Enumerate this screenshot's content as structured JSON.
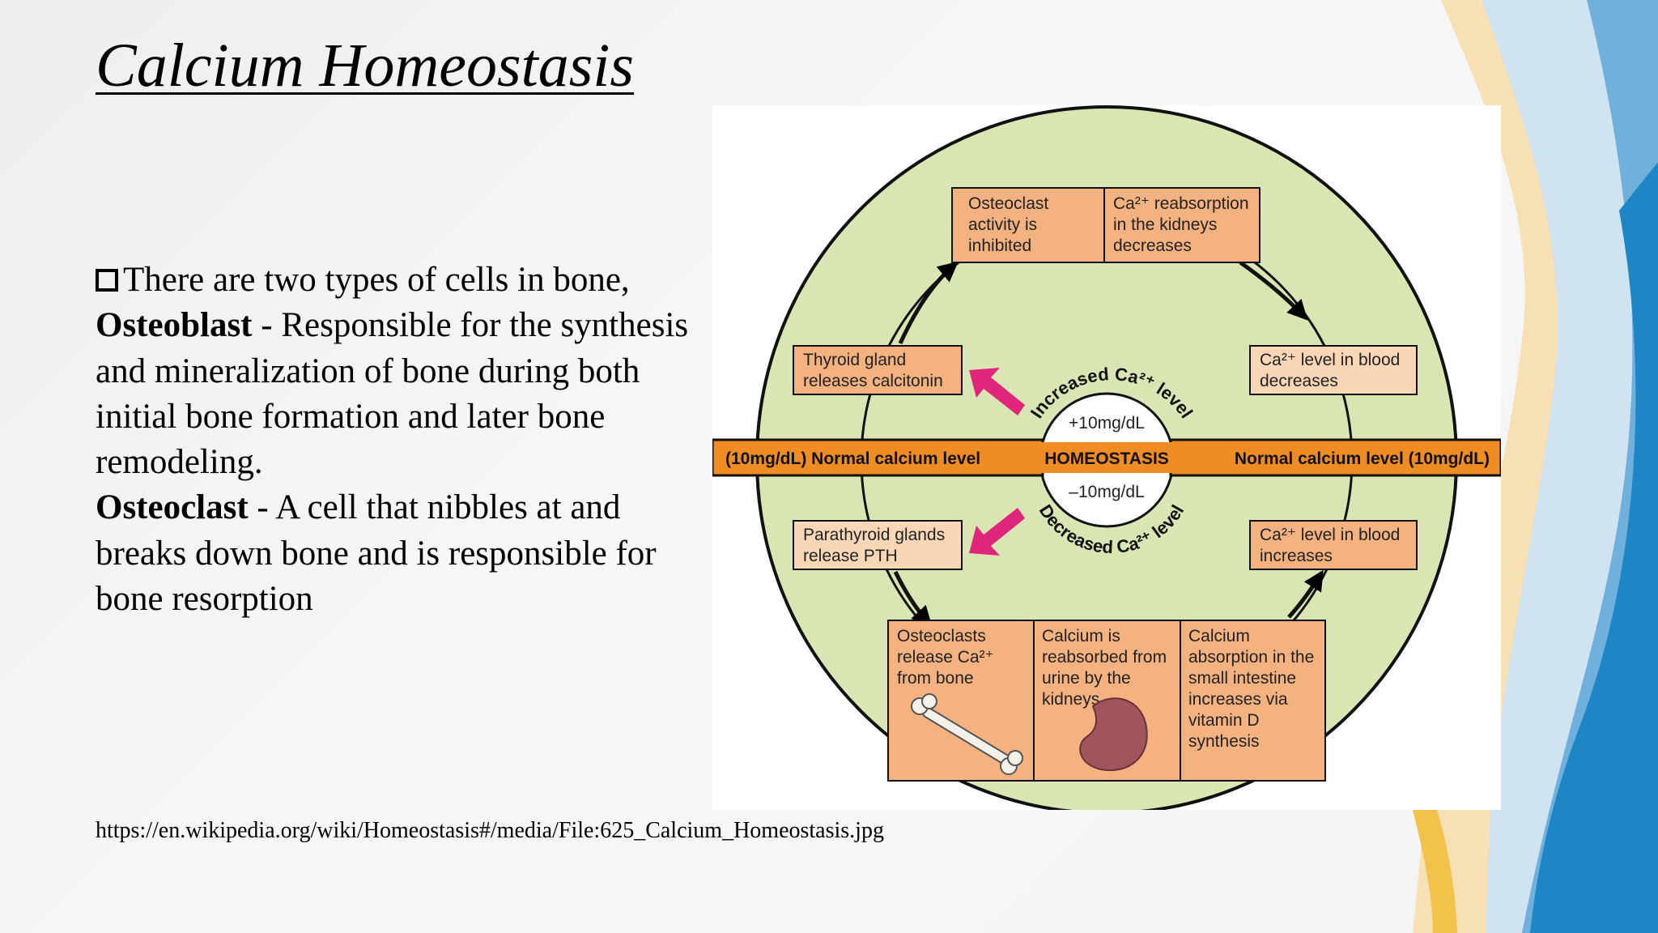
{
  "title": "Calcium Homeostasis",
  "body": {
    "intro": "There are two types of cells in bone,",
    "osteoblast_term": "Osteoblast",
    "osteoblast_def": " - Responsible for the synthesis and mineralization of bone during both initial bone formation and later bone remodeling.",
    "osteoclast_term": "Osteoclast",
    "osteoclast_def": " - A cell that nibbles at and breaks down bone and is responsible for bone resorption"
  },
  "source_url": "https://en.wikipedia.org/wiki/Homeostasis#/media/File:625_Calcium_Homeostasis.jpg",
  "diagram": {
    "top_left_box": [
      "Osteoclast",
      "activity is",
      "inhibited"
    ],
    "top_right_box": [
      "Ca²⁺ reabsorption",
      "in the kidneys",
      "decreases"
    ],
    "thyroid_box": [
      "Thyroid gland",
      "releases calcitonin"
    ],
    "right_upper_box": [
      "Ca²⁺ level in blood",
      "decreases"
    ],
    "parathyroid_box": [
      "Parathyroid glands",
      "release PTH"
    ],
    "right_lower_box": [
      "Ca²⁺ level in blood",
      "increases"
    ],
    "bottom_box_1": [
      "Osteoclasts",
      "release Ca²⁺",
      "from bone"
    ],
    "bottom_box_2": [
      "Calcium is",
      "reabsorbed from",
      "urine by the",
      "kidneys"
    ],
    "bottom_box_3": [
      "Calcium",
      "absorption in the",
      "small intestine",
      "increases via",
      "vitamin D",
      "synthesis"
    ],
    "band_left": "(10mg/dL) Normal calcium level",
    "band_center": "HOMEOSTASIS",
    "band_right": "Normal calcium level (10mg/dL)",
    "upper_level": "+10mg/dL",
    "lower_level": "–10mg/dL",
    "increased_label": "Increased Ca²⁺ level",
    "decreased_label": "Decreased Ca²⁺ level",
    "colors": {
      "circle": "#d9e6b4",
      "box_orange": "#f3b27f",
      "box_light": "#f9d6b6",
      "band": "#f08c24",
      "pink_arrow": "#e0267a",
      "kidney": "#a0545c"
    }
  }
}
